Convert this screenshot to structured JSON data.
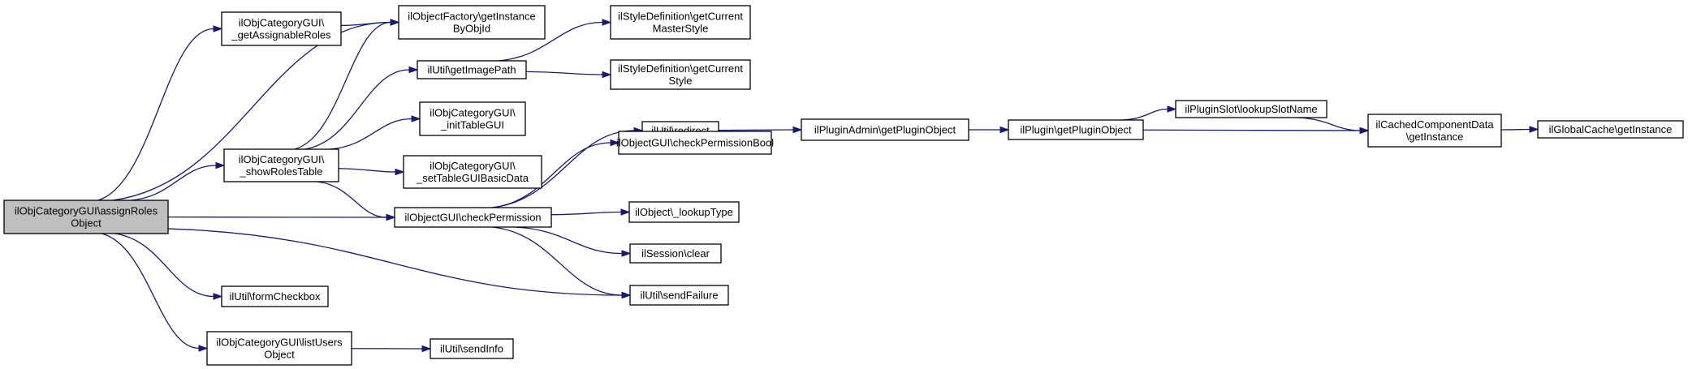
{
  "diagram": {
    "type": "call-graph",
    "colors": {
      "edge": "#191970",
      "root_fill": "#bfbfbf",
      "node_fill": "#ffffff",
      "node_border": "#000000"
    },
    "nodes": [
      {
        "id": "assignRolesObject",
        "lines": [
          "ilObjCategoryGUI\\assignRoles",
          "Object"
        ],
        "root": true
      },
      {
        "id": "getAssignableRoles",
        "lines": [
          "ilObjCategoryGUI\\",
          "_getAssignableRoles"
        ]
      },
      {
        "id": "showRolesTable",
        "lines": [
          "ilObjCategoryGUI\\",
          "_showRolesTable"
        ]
      },
      {
        "id": "formCheckbox",
        "lines": [
          "ilUtil\\formCheckbox"
        ]
      },
      {
        "id": "listUsersObject",
        "lines": [
          "ilObjCategoryGUI\\listUsers",
          "Object"
        ]
      },
      {
        "id": "getInstanceByObjId",
        "lines": [
          "ilObjectFactory\\getInstance",
          "ByObjId"
        ]
      },
      {
        "id": "getImagePath",
        "lines": [
          "ilUtil\\getImagePath"
        ]
      },
      {
        "id": "initTableGUI",
        "lines": [
          "ilObjCategoryGUI\\",
          "_initTableGUI"
        ]
      },
      {
        "id": "setTableGUIBasicData",
        "lines": [
          "ilObjCategoryGUI\\",
          "_setTableGUIBasicData"
        ]
      },
      {
        "id": "checkPermission",
        "lines": [
          "ilObjectGUI\\checkPermission"
        ]
      },
      {
        "id": "sendInfo",
        "lines": [
          "ilUtil\\sendInfo"
        ]
      },
      {
        "id": "getCurrentMasterStyle",
        "lines": [
          "ilStyleDefinition\\getCurrent",
          "MasterStyle"
        ]
      },
      {
        "id": "getCurrentStyle",
        "lines": [
          "ilStyleDefinition\\getCurrent",
          "Style"
        ]
      },
      {
        "id": "redirect",
        "lines": [
          "ilUtil\\redirect"
        ]
      },
      {
        "id": "checkPermissionBool",
        "lines": [
          "ilObjectGUI\\checkPermissionBool"
        ]
      },
      {
        "id": "lookupType",
        "lines": [
          "ilObject\\_lookupType"
        ]
      },
      {
        "id": "sessionClear",
        "lines": [
          "ilSession\\clear"
        ]
      },
      {
        "id": "sendFailure",
        "lines": [
          "ilUtil\\sendFailure"
        ]
      },
      {
        "id": "adminGetPluginObject",
        "lines": [
          "ilPluginAdmin\\getPluginObject"
        ]
      },
      {
        "id": "pluginGetPluginObject",
        "lines": [
          "ilPlugin\\getPluginObject"
        ]
      },
      {
        "id": "lookupSlotName",
        "lines": [
          "ilPluginSlot\\lookupSlotName"
        ]
      },
      {
        "id": "cachedGetInstance",
        "lines": [
          "ilCachedComponentData",
          "\\getInstance"
        ]
      },
      {
        "id": "globalCacheGetInstance",
        "lines": [
          "ilGlobalCache\\getInstance"
        ]
      }
    ],
    "edges": [
      {
        "from": "assignRolesObject",
        "to": "getAssignableRoles"
      },
      {
        "from": "assignRolesObject",
        "to": "getInstanceByObjId"
      },
      {
        "from": "assignRolesObject",
        "to": "showRolesTable"
      },
      {
        "from": "assignRolesObject",
        "to": "checkPermission"
      },
      {
        "from": "assignRolesObject",
        "to": "sendFailure"
      },
      {
        "from": "assignRolesObject",
        "to": "formCheckbox"
      },
      {
        "from": "assignRolesObject",
        "to": "listUsersObject"
      },
      {
        "from": "getAssignableRoles",
        "to": "getInstanceByObjId"
      },
      {
        "from": "showRolesTable",
        "to": "getInstanceByObjId"
      },
      {
        "from": "showRolesTable",
        "to": "getImagePath"
      },
      {
        "from": "showRolesTable",
        "to": "initTableGUI"
      },
      {
        "from": "showRolesTable",
        "to": "setTableGUIBasicData"
      },
      {
        "from": "showRolesTable",
        "to": "checkPermission"
      },
      {
        "from": "getImagePath",
        "to": "getCurrentMasterStyle"
      },
      {
        "from": "getImagePath",
        "to": "getCurrentStyle"
      },
      {
        "from": "checkPermission",
        "to": "redirect"
      },
      {
        "from": "checkPermission",
        "to": "checkPermissionBool"
      },
      {
        "from": "checkPermission",
        "to": "lookupType"
      },
      {
        "from": "checkPermission",
        "to": "sessionClear"
      },
      {
        "from": "checkPermission",
        "to": "sendFailure"
      },
      {
        "from": "redirect",
        "to": "adminGetPluginObject"
      },
      {
        "from": "adminGetPluginObject",
        "to": "pluginGetPluginObject"
      },
      {
        "from": "pluginGetPluginObject",
        "to": "lookupSlotName"
      },
      {
        "from": "pluginGetPluginObject",
        "to": "cachedGetInstance"
      },
      {
        "from": "lookupSlotName",
        "to": "cachedGetInstance"
      },
      {
        "from": "cachedGetInstance",
        "to": "globalCacheGetInstance"
      },
      {
        "from": "listUsersObject",
        "to": "sendInfo"
      }
    ]
  }
}
